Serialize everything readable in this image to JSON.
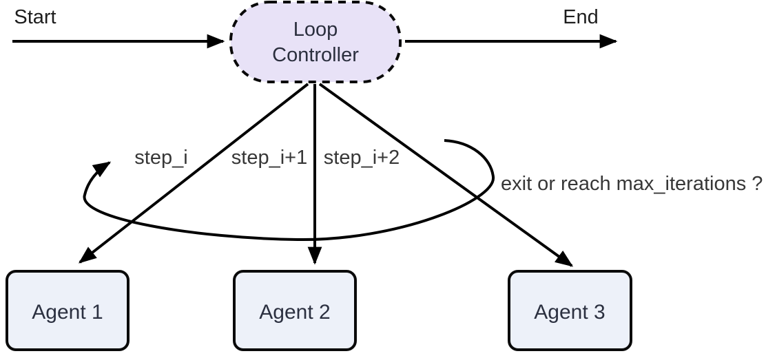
{
  "diagram": {
    "endpoints": {
      "start": "Start",
      "end": "End"
    },
    "controller": {
      "line1": "Loop",
      "line2": "Controller"
    },
    "agents": [
      {
        "label": "Agent 1"
      },
      {
        "label": "Agent 2"
      },
      {
        "label": "Agent 3"
      }
    ],
    "edge_labels": {
      "step1": "step_i",
      "step2": "step_i+1",
      "step3": "step_i+2",
      "loop_condition": "exit or reach max_iterations ?"
    },
    "colors": {
      "controller_fill": "#e8e2f7",
      "agent_fill": "#edf1f9",
      "edge_stroke": "#000000",
      "label_text": "#373737"
    }
  }
}
